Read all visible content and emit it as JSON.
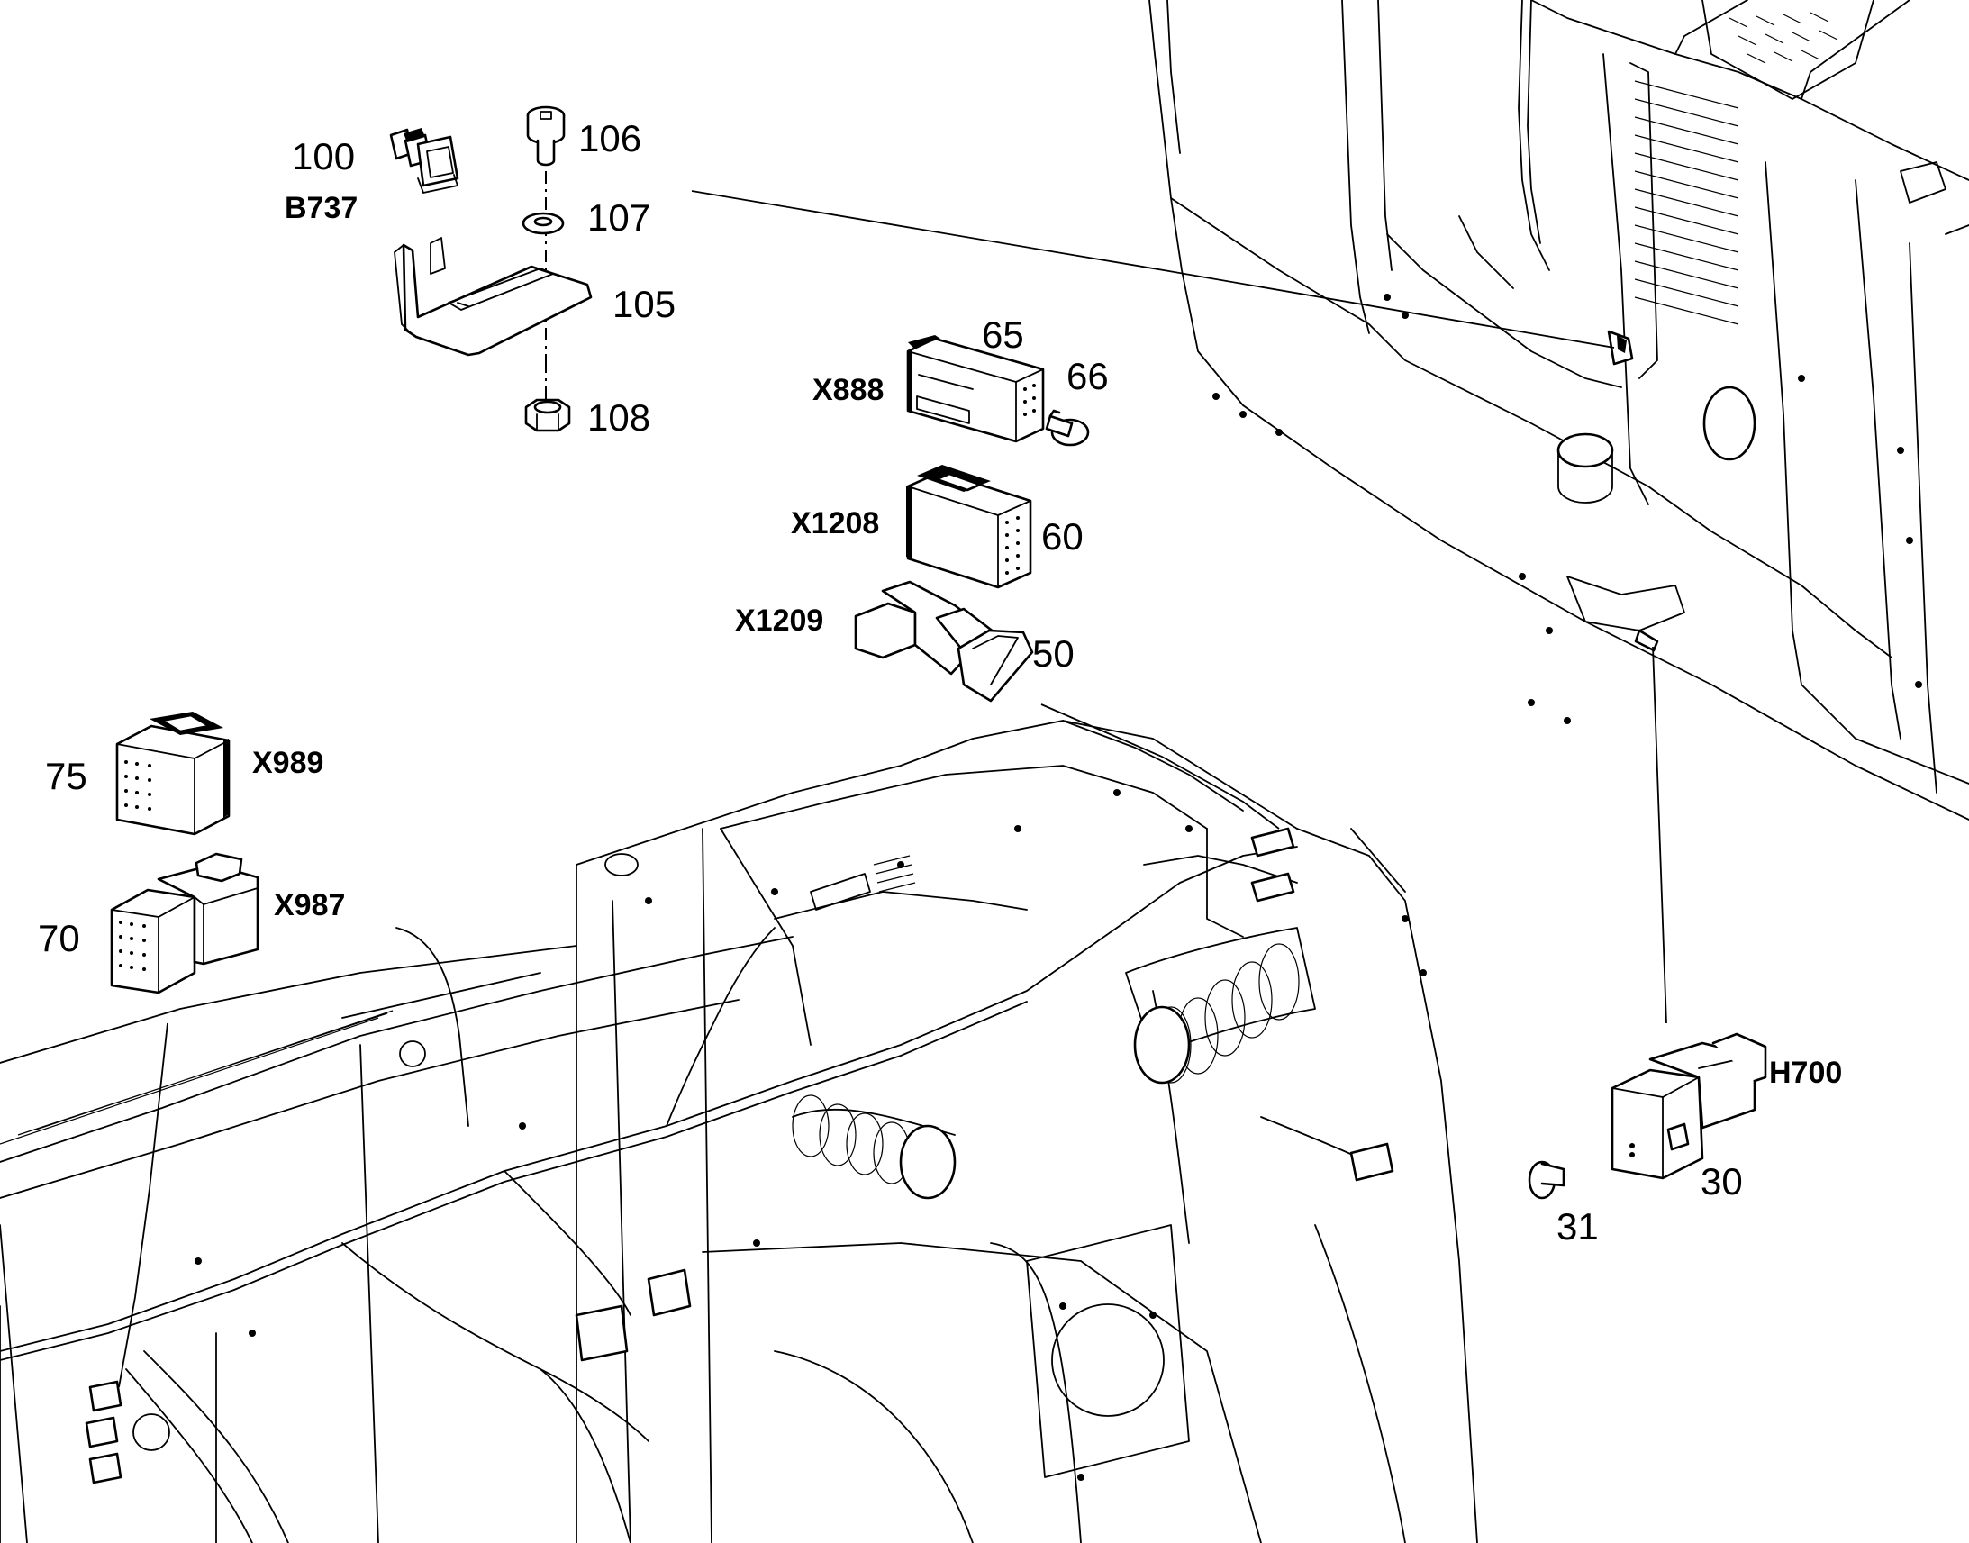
{
  "callouts": {
    "p100": "100",
    "b737": "B737",
    "p106": "106",
    "p107": "107",
    "p105": "105",
    "p108": "108",
    "p65": "65",
    "x888": "X888",
    "p66": "66",
    "x1208": "X1208",
    "p60": "60",
    "x1209": "X1209",
    "p50": "50",
    "p75": "75",
    "x989": "X989",
    "p70": "70",
    "x987": "X987",
    "h700": "H700",
    "p30": "30",
    "p31": "31"
  }
}
